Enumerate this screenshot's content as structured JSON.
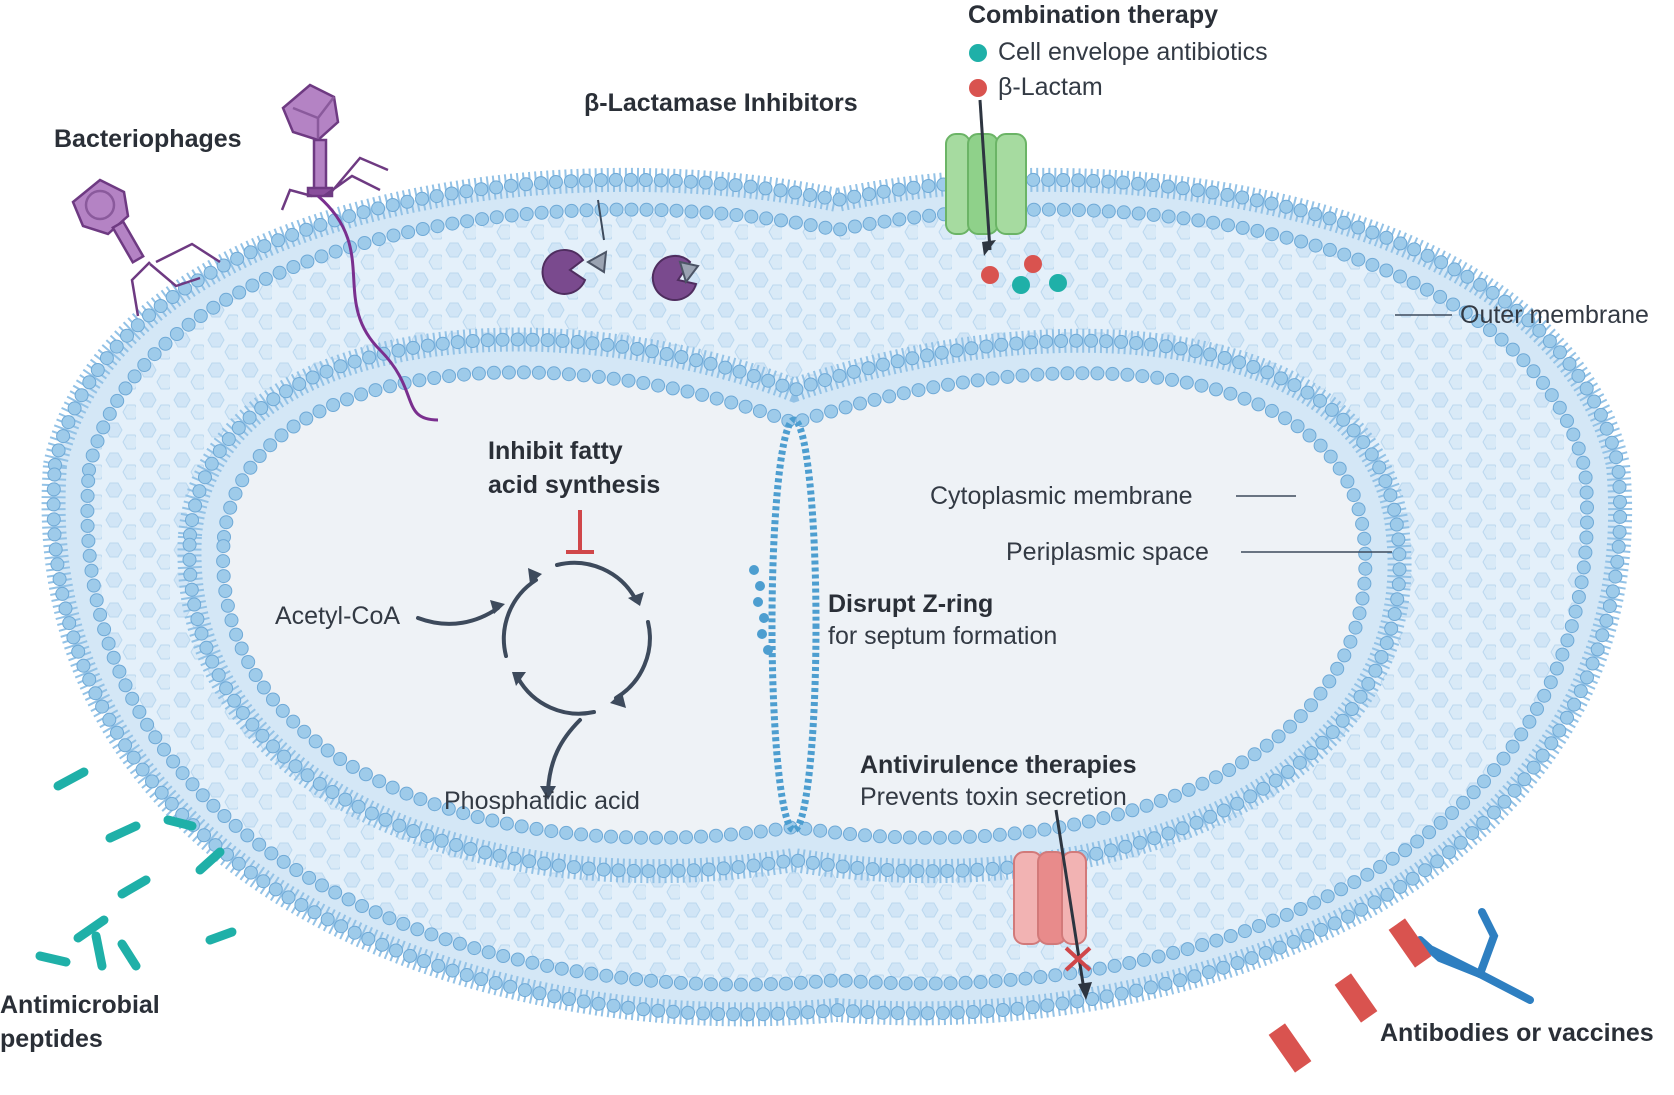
{
  "labels": {
    "combination_title": "Combination therapy",
    "legend_cell_envelope": "Cell envelope antibiotics",
    "legend_beta_lactam": "β-Lactam",
    "beta_lactamase": "β-Lactamase Inhibitors",
    "bacteriophages": "Bacteriophages",
    "outer_membrane": "Outer membrane",
    "inhibit_fatty_1": "Inhibit fatty",
    "inhibit_fatty_2": "acid synthesis",
    "acetyl_coa": "Acetyl-CoA",
    "phosphatidic_acid": "Phosphatidic acid",
    "zring_title": "Disrupt Z-ring",
    "zring_sub": "for septum formation",
    "cytoplasmic_membrane": "Cytoplasmic membrane",
    "periplasmic_space": "Periplasmic space",
    "antivirulence_title": "Antivirulence therapies",
    "antivirulence_sub": "Prevents toxin secretion",
    "amp_1": "Antimicrobial",
    "amp_2": "peptides",
    "antibodies": "Antibodies or vaccines"
  },
  "colors": {
    "membrane_bead": "#9ecbea",
    "membrane_bead_stroke": "#6fa9d6",
    "membrane_tail": "#8fbddf",
    "periplasm": "#e2eff9",
    "peptidoglycan": "#c7e0f4",
    "cytoplasm": "#eef2f6",
    "phage": "#8a4f9c",
    "enzyme": "#7a4a8e",
    "channel_green": "#8fd18a",
    "channel_red": "#e88b8b",
    "teal": "#1fb0a8",
    "red_dot": "#d9534f",
    "antibody": "#2e7fc1",
    "cycle_arrow": "#3d4a5c",
    "inhibit_red": "#d0474a"
  },
  "icons": [
    "bacteriophage-icon",
    "beta-lactamase-enzyme-icon",
    "porin-channel-icon",
    "secretion-channel-icon",
    "antibody-icon",
    "antimicrobial-peptide-icon",
    "z-ring-icon",
    "fatty-acid-cycle-icon"
  ]
}
